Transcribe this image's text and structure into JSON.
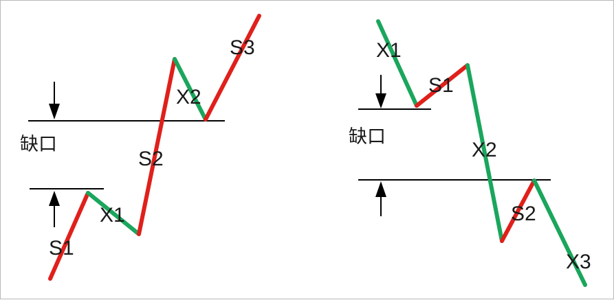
{
  "colors": {
    "up": "#e0201b",
    "down": "#1aa65c",
    "line": "#000000"
  },
  "left_diagram": {
    "gap_label": "缺口",
    "segments": [
      {
        "label": "S1",
        "trend": "up"
      },
      {
        "label": "X1",
        "trend": "down"
      },
      {
        "label": "S2",
        "trend": "up"
      },
      {
        "label": "X2",
        "trend": "down"
      },
      {
        "label": "S3",
        "trend": "up"
      }
    ]
  },
  "right_diagram": {
    "gap_label": "缺口",
    "segments": [
      {
        "label": "X1",
        "trend": "down"
      },
      {
        "label": "S1",
        "trend": "up"
      },
      {
        "label": "X2",
        "trend": "down"
      },
      {
        "label": "S2",
        "trend": "up"
      },
      {
        "label": "X3",
        "trend": "down"
      }
    ]
  }
}
